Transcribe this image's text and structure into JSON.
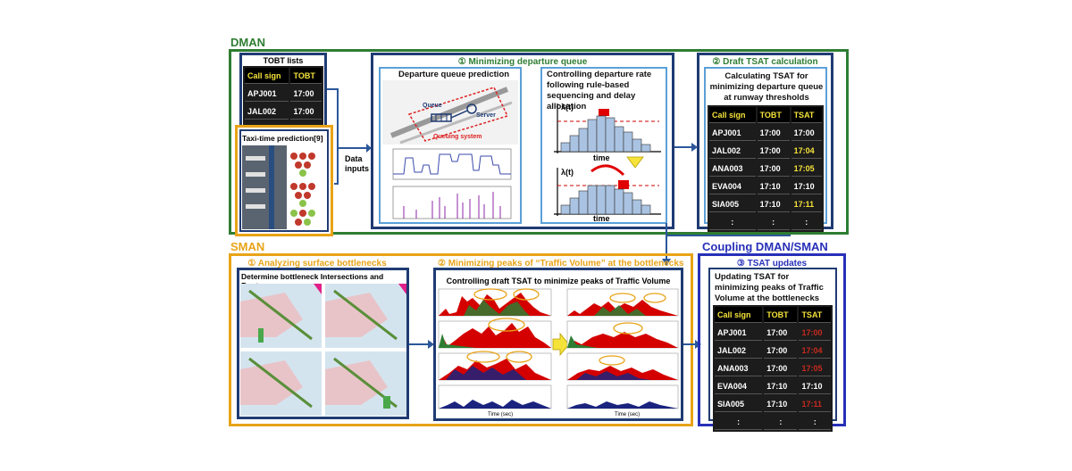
{
  "dman": {
    "title": "DMAN",
    "tobt": {
      "title": "TOBT lists",
      "headers": [
        "Call sign",
        "TOBT"
      ],
      "rows": [
        [
          "APJ001",
          "17:00"
        ],
        [
          "JAL002",
          "17:00"
        ],
        [
          ":",
          ":"
        ]
      ]
    },
    "taxi": {
      "title": "Taxi-time prediction[9]"
    },
    "data_inputs": "Data\ninputs",
    "s1": {
      "title": "① Minimizing departure queue",
      "queue_title": "Departure queue prediction",
      "queue_label": "Queue",
      "server_label": "Server",
      "system_label": "Queuing system",
      "rate_title": "Controlling departure rate following rule-based sequencing and delay allocation",
      "lambda": "λ(t)",
      "time": "time"
    },
    "s2": {
      "title": "② Draft TSAT calculation",
      "desc": "Calculating TSAT for minimizing departure queue at runway thresholds",
      "headers": [
        "Call sign",
        "TOBT",
        "TSAT"
      ],
      "rows": [
        [
          "APJ001",
          "17:00",
          "17:00"
        ],
        [
          "JAL002",
          "17:00",
          "17:04"
        ],
        [
          "ANA003",
          "17:00",
          "17:05"
        ],
        [
          "EVA004",
          "17:10",
          "17:10"
        ],
        [
          "SIA005",
          "17:10",
          "17:11"
        ],
        [
          ":",
          ":",
          ":"
        ]
      ]
    }
  },
  "sman": {
    "title": "SMAN",
    "s1": {
      "title": "① Analyzing surface bottlenecks",
      "desc": "Determine bottleneck Intersections and Routes"
    },
    "s2": {
      "title": "② Minimizing peaks of “Traffic Volume” at the bottlenecks",
      "desc": "Controlling draft TSAT to minimize peaks of Traffic Volume",
      "xlabel": "Time (sec)"
    }
  },
  "coupling": {
    "title": "Coupling DMAN/SMAN",
    "s3": {
      "title": "③ TSAT updates",
      "desc": "Updating TSAT for minimizing peaks of Traffic Volume at the bottlenecks",
      "headers": [
        "Call sign",
        "TOBT",
        "TSAT"
      ],
      "rows": [
        [
          "APJ001",
          "17:00",
          "17:00"
        ],
        [
          "JAL002",
          "17:00",
          "17:04"
        ],
        [
          "ANA003",
          "17:00",
          "17:05"
        ],
        [
          "EVA004",
          "17:10",
          "17:10"
        ],
        [
          "SIA005",
          "17:10",
          "17:11"
        ],
        [
          ":",
          ":",
          ":"
        ]
      ]
    }
  },
  "colors": {
    "dman": "#2e7d32",
    "sman": "#e8a317",
    "coupling": "#2730b8",
    "navy": "#1f3b73",
    "light_blue": "#5aa0d8"
  }
}
